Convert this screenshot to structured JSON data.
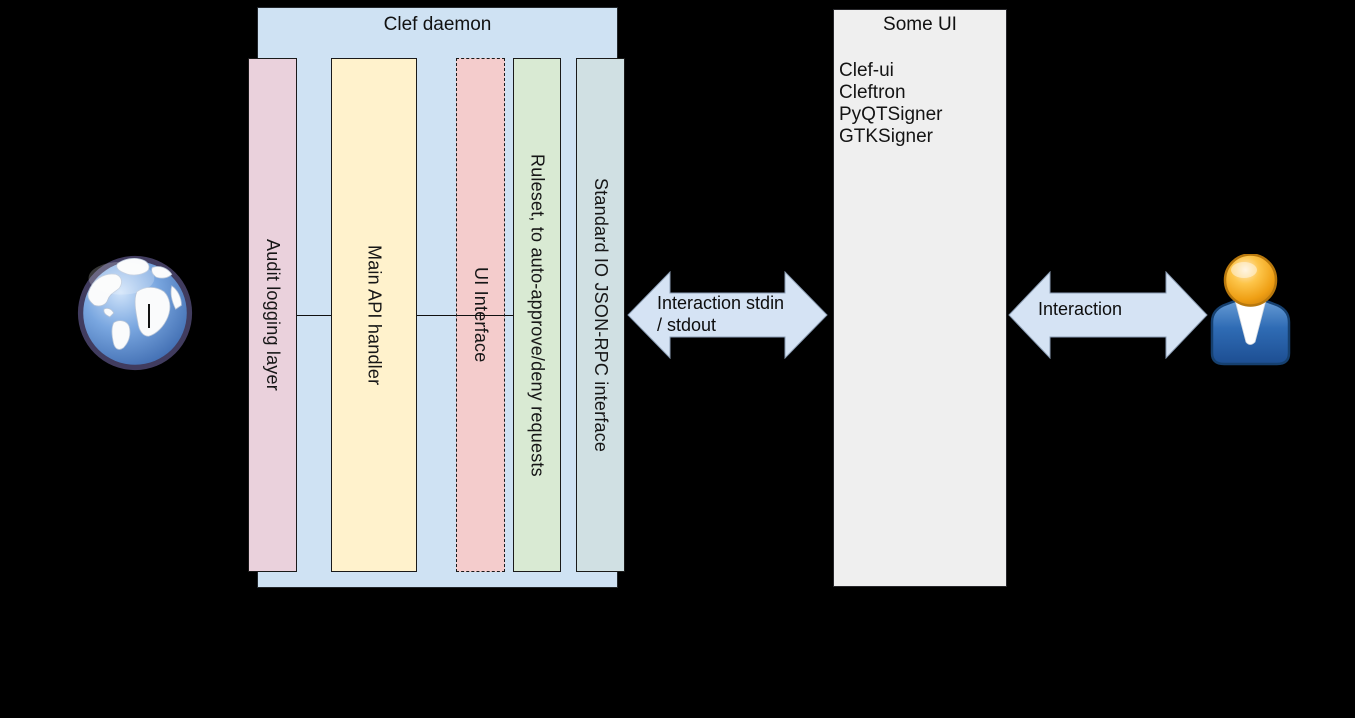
{
  "diagram": {
    "background_color": "#000000",
    "clef_daemon": {
      "title": "Clef daemon",
      "fill_color": "#cfe2f3",
      "bars": [
        {
          "label": "Audit logging layer",
          "fill_color": "#ead1dc",
          "border_style": "solid"
        },
        {
          "label": "Main API handler",
          "fill_color": "#fff2cc",
          "border_style": "solid"
        },
        {
          "label": "UI Interface",
          "fill_color": "#f4cccc",
          "border_style": "dashed"
        },
        {
          "label": "Ruleset, to auto-approve/deny requests",
          "fill_color": "#d9ead3",
          "border_style": "solid"
        },
        {
          "label": "Standard IO JSON-RPC interface",
          "fill_color": "#d0e0e3",
          "border_style": "solid"
        }
      ]
    },
    "some_ui": {
      "title": "Some UI",
      "fill_color": "#efefef",
      "items": [
        "Clef-ui",
        "Cleftron",
        "PyQTSigner",
        "GTKSigner"
      ]
    },
    "arrows": [
      {
        "name": "stdio-interaction-arrow",
        "fill_color": "#d5e3f4",
        "lines": [
          "Interaction stdin",
          "/ stdout"
        ]
      },
      {
        "name": "user-interaction-arrow",
        "fill_color": "#d5e3f4",
        "lines": [
          "Interaction"
        ]
      }
    ],
    "icons": [
      {
        "name": "globe-icon",
        "description": "web globe"
      },
      {
        "name": "person-icon",
        "description": "user person"
      }
    ]
  }
}
